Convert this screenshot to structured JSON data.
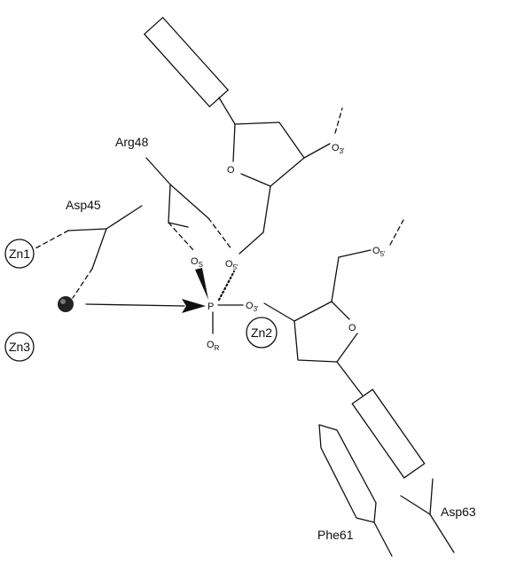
{
  "residues": {
    "arg": "Arg48",
    "asp45": "Asp45",
    "phe": "Phe61",
    "asp63": "Asp63"
  },
  "zinc": {
    "zn1": "Zn1",
    "zn2": "Zn2",
    "zn3": "Zn3"
  },
  "atoms": {
    "p": "P",
    "o": "O",
    "o_sym": "O",
    "s_sub": "S",
    "r_sub": "R",
    "three_prime_sub": "3'",
    "five_prime_sub": "5'"
  }
}
